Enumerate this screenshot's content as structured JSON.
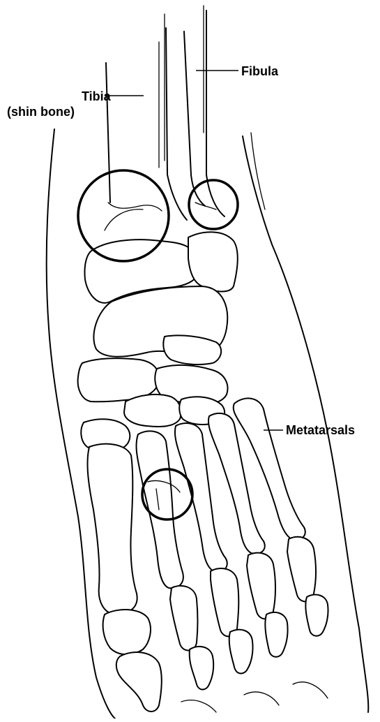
{
  "diagram": {
    "labels": {
      "tibia": "Tibia",
      "tibia_note": "(shin bone)",
      "fibula": "Fibula",
      "metatarsals": "Metatarsals"
    }
  }
}
